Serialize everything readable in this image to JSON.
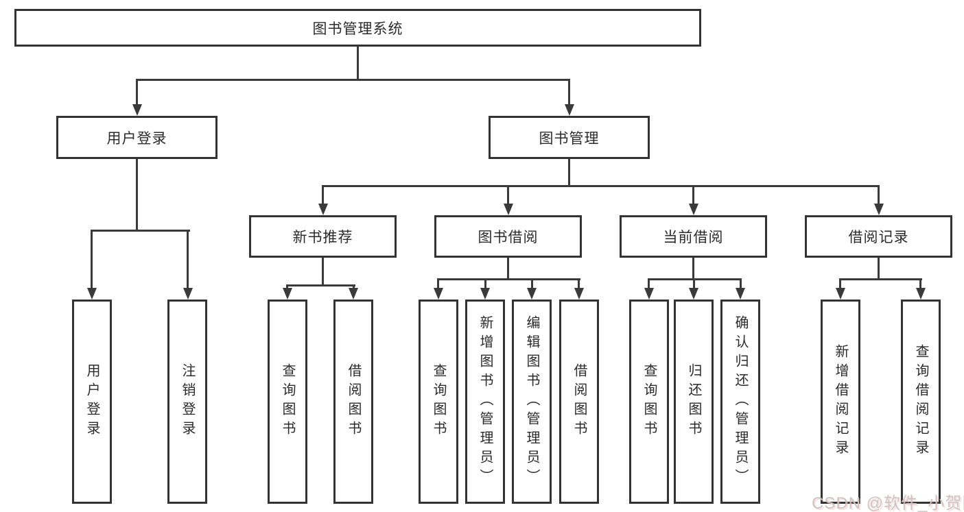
{
  "tree": {
    "root": {
      "label": "图书管理系统"
    },
    "branches": [
      {
        "label": "用户登录",
        "leaves": [
          "用户登录",
          "注销登录"
        ]
      },
      {
        "label": "图书管理",
        "children": [
          {
            "label": "新书推荐",
            "leaves": [
              "查询图书",
              "借阅图书"
            ]
          },
          {
            "label": "图书借阅",
            "leaves": [
              "查询图书",
              "新增图书（管理员）",
              "编辑图书（管理员）",
              "借阅图书"
            ]
          },
          {
            "label": "当前借阅",
            "leaves": [
              "查询图书",
              "归还图书",
              "确认归还（管理员）"
            ]
          },
          {
            "label": "借阅记录",
            "leaves": [
              "新增借阅记录",
              "查询借阅记录"
            ]
          }
        ]
      }
    ]
  },
  "watermark": {
    "text": "CSDN @软件_小贺同学"
  },
  "colors": {
    "line": "#3a3a3a",
    "border": "#333333",
    "text": "#2b2b2b",
    "background": "#ffffff",
    "watermark": "#c9c5c5"
  }
}
